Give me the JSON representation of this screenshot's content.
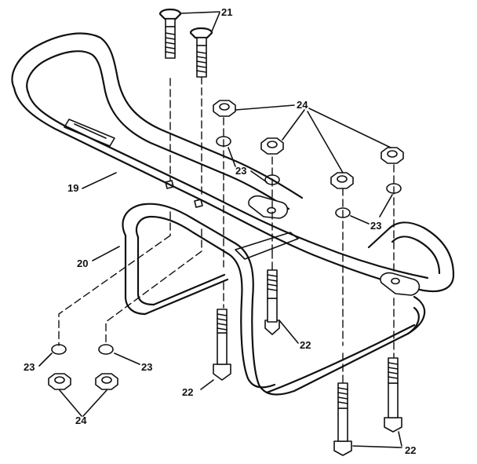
{
  "callouts": {
    "part_19": "19",
    "part_20": "20",
    "part_21": "21",
    "part_22_a": "22",
    "part_22_b": "22",
    "part_22_c": "22",
    "part_23_a": "23",
    "part_23_b": "23",
    "part_23_c": "23",
    "part_23_d": "23",
    "part_24_top": "24",
    "part_24_bottom": "24"
  },
  "colors": {
    "ink": "#111111",
    "paper": "#ffffff"
  }
}
